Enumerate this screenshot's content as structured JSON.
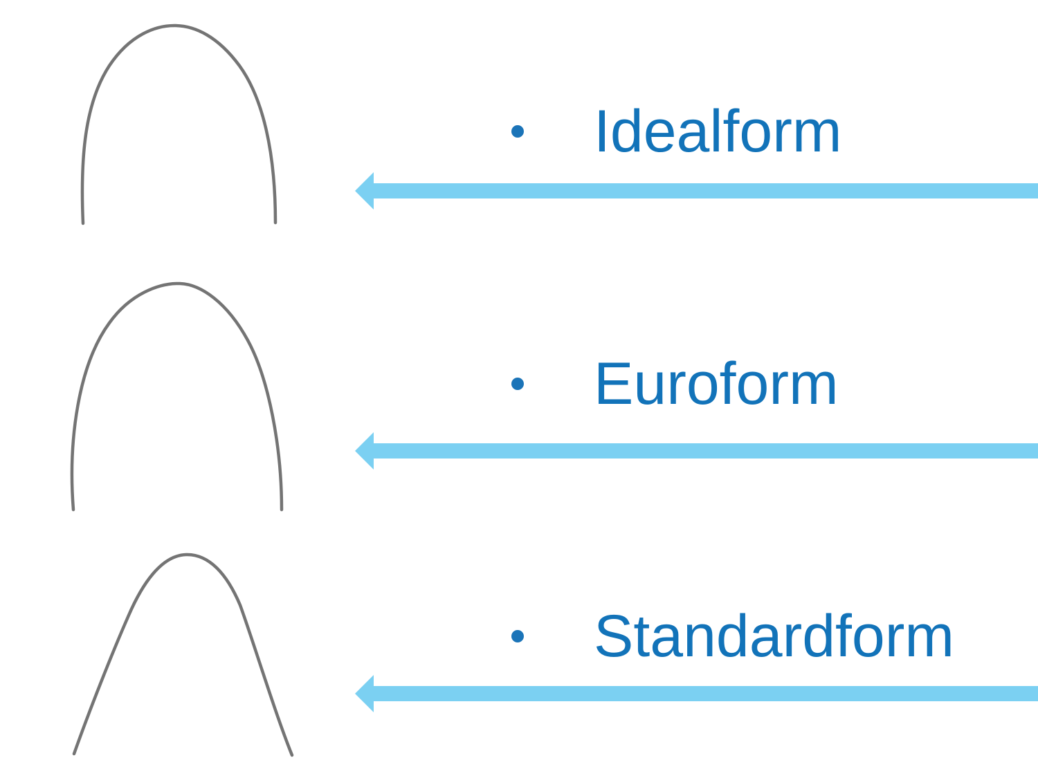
{
  "slide": {
    "type": "presentation-slide",
    "background": "#ffffff"
  },
  "colors": {
    "label": "#1273b9",
    "bullet": "#1b74b8",
    "arrow": "#7bd0f2",
    "wire": "#747474"
  },
  "icons": {
    "bullet": "filled-circle",
    "arrow": "left-arrow"
  },
  "items": [
    {
      "label": "Idealform"
    },
    {
      "label": "Euroform"
    },
    {
      "label": "Standardform"
    }
  ]
}
